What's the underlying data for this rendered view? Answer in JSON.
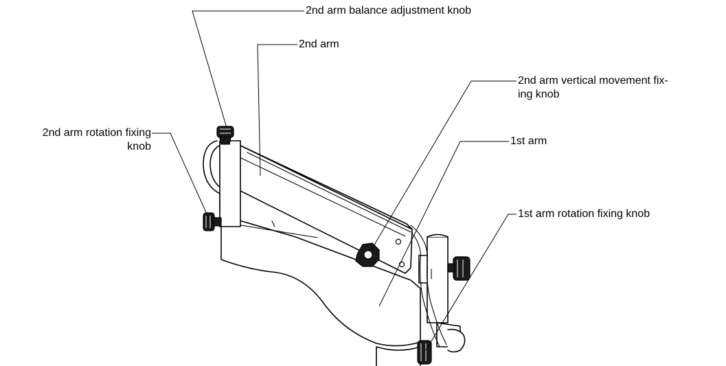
{
  "labels": {
    "balance_knob": "2nd arm balance adjustment knob",
    "second_arm": "2nd arm",
    "vertical_knob_line1": "2nd arm vertical movement fix-",
    "vertical_knob_line2": "ing knob",
    "rotation_knob_2nd_line1": "2nd arm rotation fixing",
    "rotation_knob_2nd_line2": "knob",
    "first_arm": "1st arm",
    "rotation_knob_1st": "1st arm rotation fixing knob"
  }
}
